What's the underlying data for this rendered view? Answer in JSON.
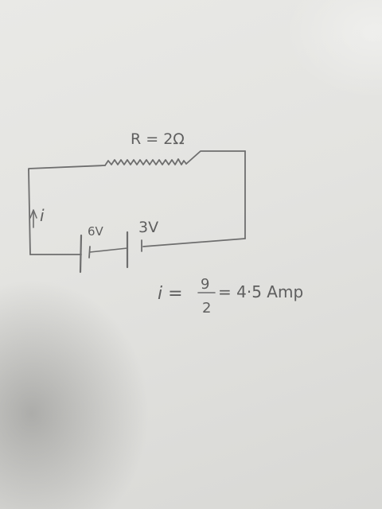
{
  "labels": {
    "resistor": "R = 2Ω",
    "current": "i",
    "battery_left": "6V",
    "battery_right": "3V"
  },
  "equation": {
    "lhs": "i =",
    "numerator": "9",
    "denominator": "2",
    "rhs": "= 4·5 Amp"
  },
  "colors": {
    "pencil": "#6e6e6e",
    "paper": "#e6e6e3"
  }
}
